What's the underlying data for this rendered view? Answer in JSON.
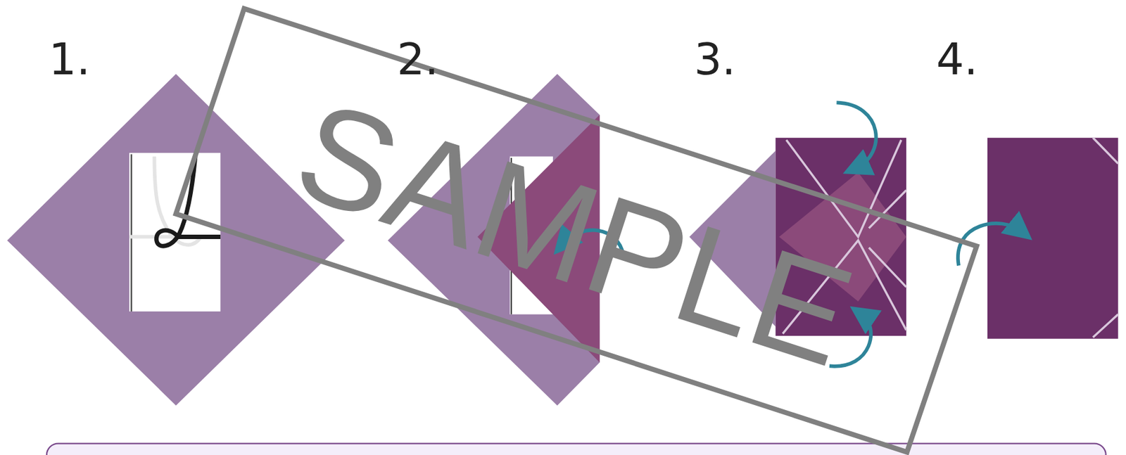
{
  "diagram": {
    "labels": [
      "1.",
      "2.",
      "3.",
      "4.",
      "SAMPLE"
    ]
  }
}
